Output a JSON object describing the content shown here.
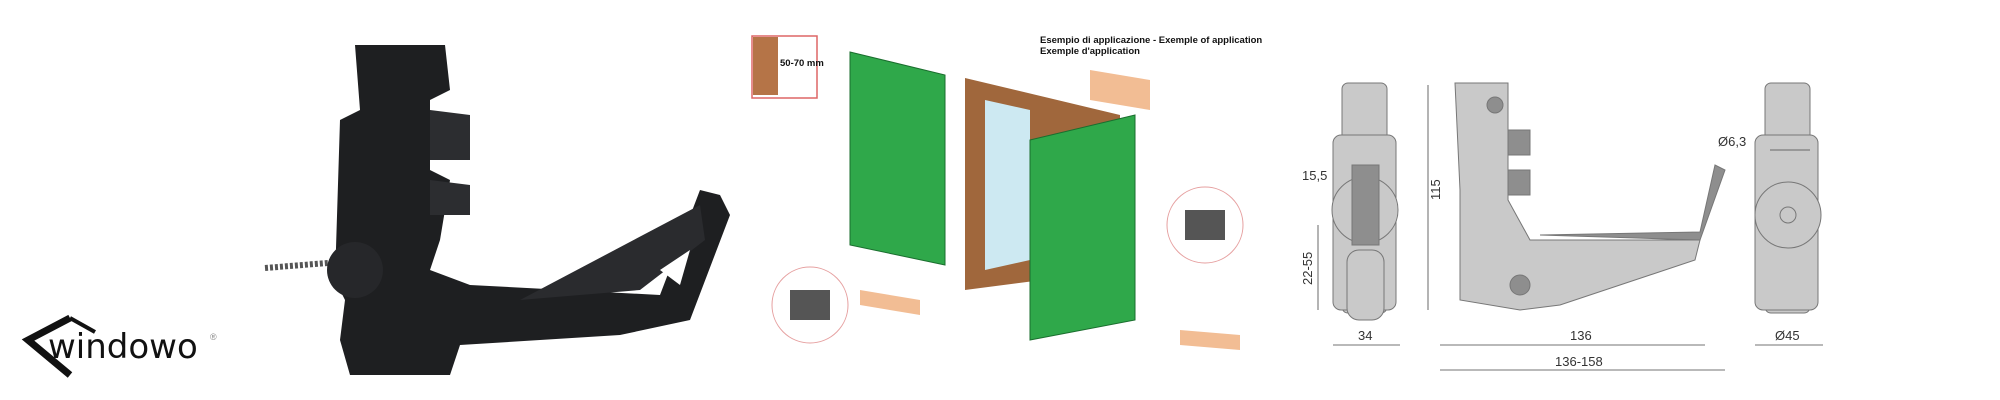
{
  "logo": {
    "text": "windowo",
    "mark": "®"
  },
  "application": {
    "thickness_label": "50-70 mm",
    "caption_line1": "Esempio di applicazione - Exemple of application",
    "caption_line2": "Exemple d'application"
  },
  "dimensions": {
    "width_slot": "15,5",
    "height": "115",
    "adjust_range": "22-55",
    "base_width": "34",
    "length": "136",
    "length_range": "136-158",
    "hole_diameter": "Ø6,3",
    "disc_diameter": "Ø45"
  },
  "colors": {
    "product": "#1e1f21",
    "shutter": "#2fa84a",
    "frame": "#a0673c",
    "brick": "#f2bd94",
    "drawing": "#c9c9c9"
  }
}
